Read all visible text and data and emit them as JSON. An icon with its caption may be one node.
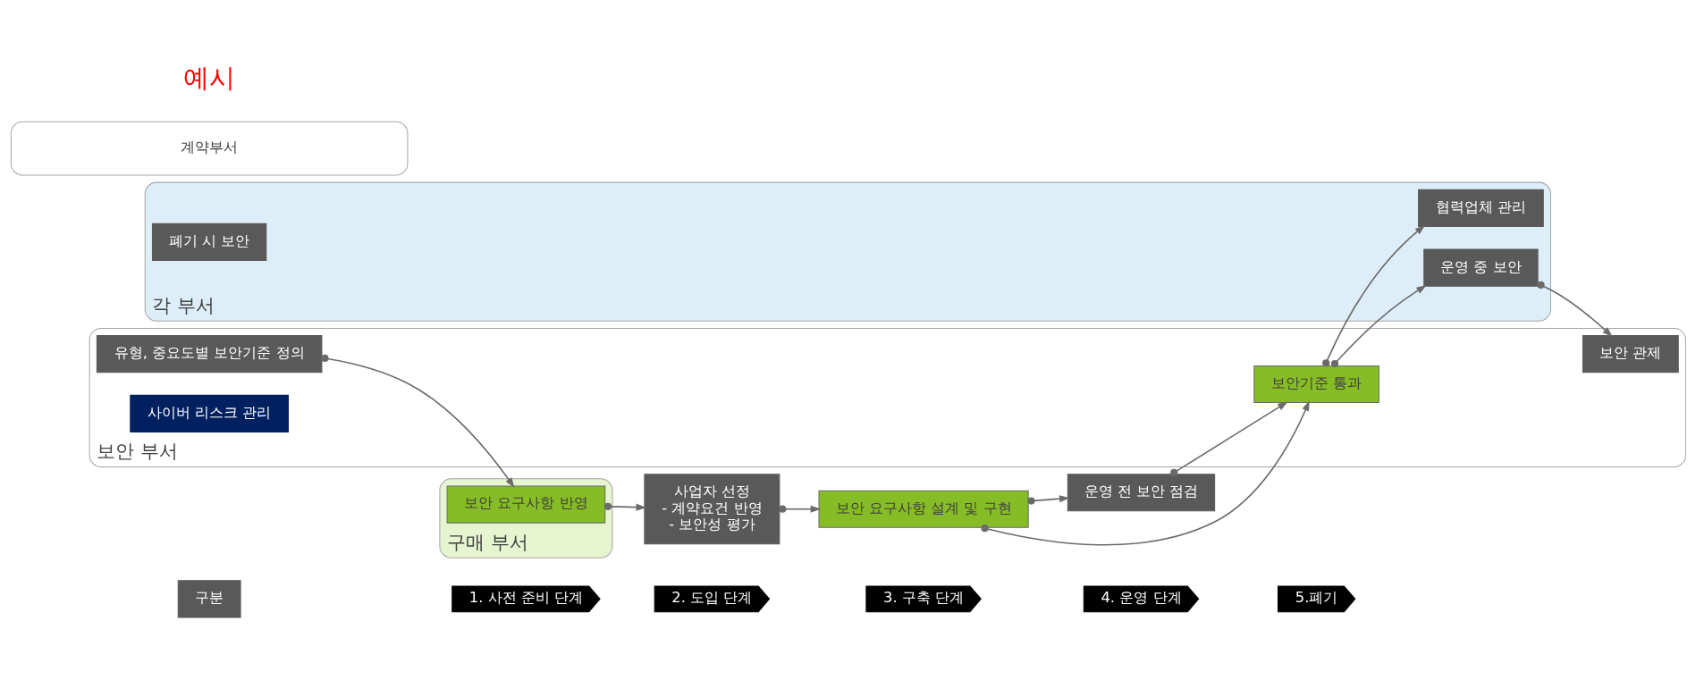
{
  "diagram": {
    "nodes": [
      {
        "text": [
          "구분"
        ]
      },
      {
        "text": [
          "1. 사전 준비 단계"
        ]
      },
      {
        "text": [
          "2. 도입 단계"
        ]
      },
      {
        "text": [
          "3. 구축 단계"
        ]
      },
      {
        "text": [
          "4. 운영 단계"
        ]
      },
      {
        "text": [
          "5.폐기"
        ]
      },
      {
        "text": [
          "구매 부서"
        ]
      },
      {
        "text": [
          "보안 요구사항 반영"
        ],
        "in": 6
      },
      {
        "text": [
          "보안 요구사항 설계 및 구현"
        ]
      },
      {
        "text": [
          "운영 전 보안 점검"
        ]
      },
      {
        "text": [
          "각 부서"
        ]
      },
      {
        "text": [
          "협력업체 관리"
        ],
        "in": 10
      },
      {
        "text": [
          "운영 중 보안"
        ],
        "in": 10
      },
      {
        "text": [
          "폐기 시 보안"
        ],
        "in": 10
      },
      {
        "text": [
          "보안 부서"
        ]
      },
      {
        "text": [
          "유형, 중요도별 보안기준 정의"
        ],
        "in": 14
      },
      {
        "text": [
          "사업자 선정",
          "- 계약요건 반영",
          "- 보안성 평가"
        ]
      },
      {
        "text": [
          "보안기준 통과"
        ],
        "in": 14
      },
      {
        "text": [
          "보안 관제"
        ],
        "in": 14
      },
      {
        "text": [
          "사이버 리스크 관리"
        ],
        "in": 14
      },
      {
        "text": [
          "계약부서"
        ]
      }
    ],
    "edges": [
      {
        "from": 15,
        "to": 7,
        "arrow": "to"
      },
      {
        "from": 7,
        "to": 16,
        "arrow": "to"
      },
      {
        "from": 16,
        "to": 8,
        "arrow": "to"
      },
      {
        "from": 8,
        "to": 9,
        "arrow": "to"
      },
      {
        "from": 8,
        "to": 17,
        "arrow": "to"
      },
      {
        "from": 9,
        "to": 17,
        "arrow": "to"
      },
      {
        "from": 17,
        "to": 11,
        "arrow": "to"
      },
      {
        "from": 17,
        "to": 12,
        "arrow": "to"
      },
      {
        "from": 12,
        "to": 18,
        "arrow": "to"
      }
    ],
    "labels": [
      "예시"
    ]
  }
}
